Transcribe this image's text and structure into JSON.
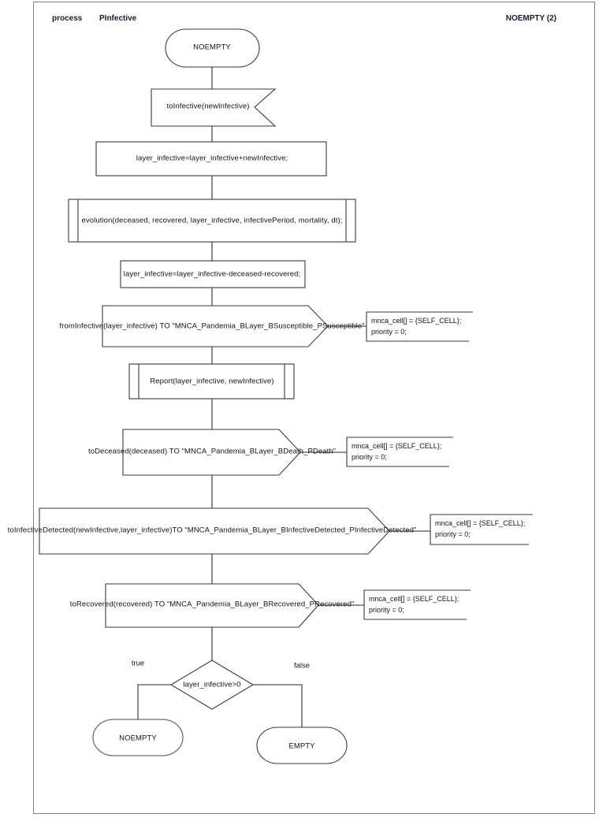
{
  "header": {
    "kind_label": "process",
    "process_name": "PInfective",
    "state_label": "NOEMPTY (2)"
  },
  "nodes": {
    "start_terminal": "NOEMPTY",
    "receive_signal": "toInfective(newInfective)",
    "assign_add": "layer_infective=layer_infective+newInfective;",
    "call_evolution": "evolution(deceased, recovered, layer_infective, infectivePeriod, mortality, dt);",
    "assign_sub": "layer_infective=layer_infective-deceased-recovered;",
    "send_susceptible": "fromInfective(layer_infective) TO “MNCA_Pandemia_BLayer_BSusceptible_PSusceptible”",
    "call_report": "Report(layer_infective, newInfective)",
    "send_death": "toDeceased(deceased) TO “MNCA_Pandemia_BLayer_BDeath_PDeath”",
    "send_infective_detected": "toInfectiveDetected(newInfective,layer_infective)TO “MNCA_Pandemia_BLayer_BInfectiveDetected_PInfectiveDetected”",
    "send_recovered": "toRecovered(recovered) TO “MNCA_Pandemia_BLayer_BRecovered_PRecovered”",
    "decision": "layer_infective>0",
    "end_true": "NOEMPTY",
    "end_false": "EMPTY"
  },
  "branches": {
    "true_label": "true",
    "false_label": "false"
  },
  "annotations": {
    "susceptible": {
      "line1": "mnca_cell[] = {SELF_CELL};",
      "line2": "priority = 0;"
    },
    "death": {
      "line1": "mnca_cell[] = {SELF_CELL};",
      "line2": "priority = 0;"
    },
    "infective_detected": {
      "line1": "mnca_cell[] = {SELF_CELL};",
      "line2": "priority = 0;"
    },
    "recovered": {
      "line1": "mnca_cell[] = {SELF_CELL};",
      "line2": "priority = 0;"
    }
  },
  "colors": {
    "frame_border": "#808080",
    "shape_stroke": "#3a3a3a",
    "edge_stroke": "#6e6e6e",
    "text": "#111122",
    "background": "#ffffff"
  }
}
